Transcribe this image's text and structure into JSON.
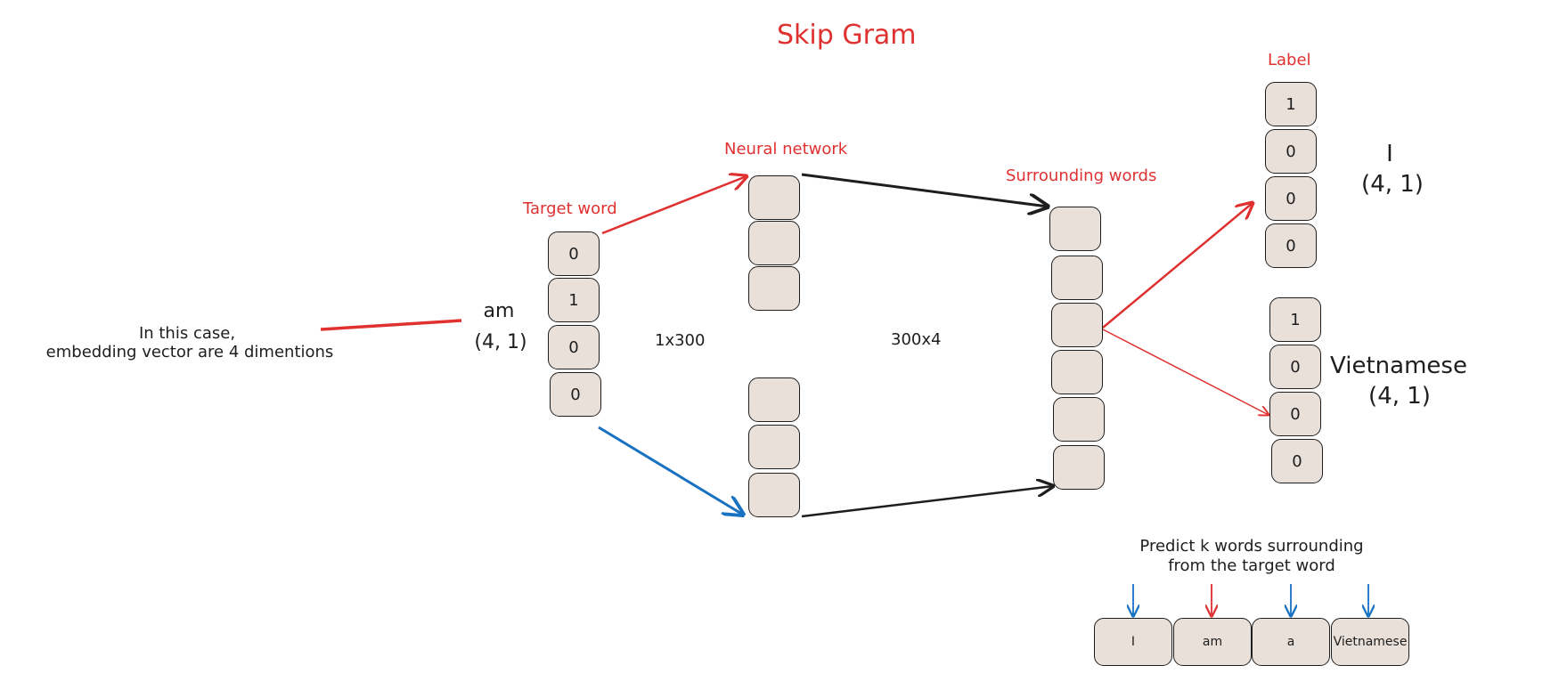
{
  "title": "Skip Gram",
  "annotation": {
    "line1": "In this case,",
    "line2": "embedding vector are 4 dimentions"
  },
  "input": {
    "word": "am",
    "shape": "(4, 1)",
    "heading": "Target word",
    "values": [
      "0",
      "1",
      "0",
      "0"
    ]
  },
  "hidden": {
    "heading": "Neural network",
    "dims_in": "1x300",
    "dims_out": "300x4"
  },
  "output": {
    "heading": "Surrounding words"
  },
  "labels": {
    "heading": "Label",
    "first": {
      "word": "I",
      "shape": "(4, 1)",
      "values": [
        "1",
        "0",
        "0",
        "0"
      ]
    },
    "second": {
      "word": "Vietnamese",
      "shape": "(4, 1)",
      "values": [
        "1",
        "0",
        "0",
        "0"
      ]
    }
  },
  "sentence": {
    "caption_line1": "Predict k words surrounding",
    "caption_line2": "from the target word",
    "words": [
      "I",
      "am",
      "a",
      "Vietnamese"
    ],
    "arrow_colors": [
      "#1971c2",
      "#e03131",
      "#1971c2",
      "#1971c2"
    ]
  },
  "colors": {
    "accent_red": "#e03131",
    "accent_blue": "#1971c2",
    "cell_fill": "#eae0da",
    "stroke": "#1e1e1e"
  }
}
